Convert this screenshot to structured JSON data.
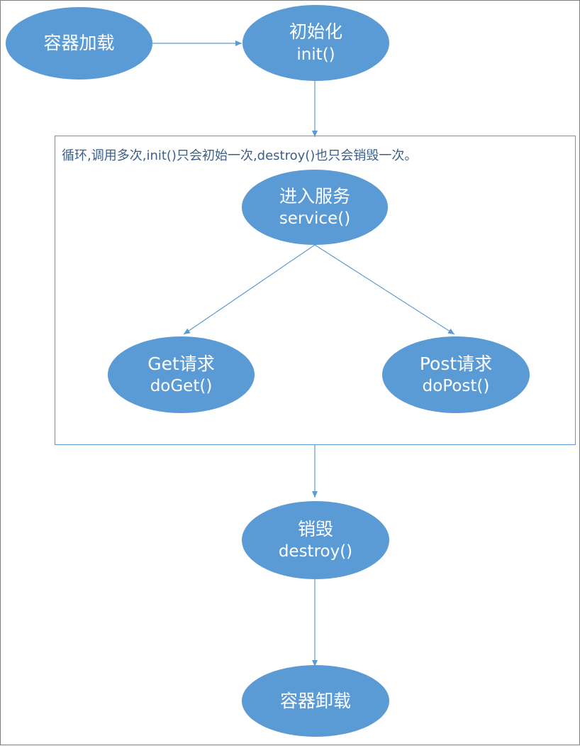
{
  "diagram": {
    "loop_note": "循环,调用多次,init()只会初始一次,destroy()也只会销毁一次。",
    "nodes": {
      "container_load": {
        "line1": "容器加载"
      },
      "init": {
        "line1": "初始化",
        "line2": "init()"
      },
      "service": {
        "line1": "进入服务",
        "line2": "service()"
      },
      "get": {
        "line1": "Get请求",
        "line2": "doGet()"
      },
      "post": {
        "line1": "Post请求",
        "line2": "doPost()"
      },
      "destroy": {
        "line1": "销毁",
        "line2": "destroy()"
      },
      "container_unload": {
        "line1": "容器卸载"
      }
    },
    "edges": [
      [
        "container_load",
        "init"
      ],
      [
        "init",
        "service"
      ],
      [
        "service",
        "get"
      ],
      [
        "service",
        "post"
      ],
      [
        "service",
        "destroy"
      ],
      [
        "destroy",
        "container_unload"
      ]
    ],
    "colors": {
      "node_fill": "#5b9bd5",
      "node_text": "#ffffff",
      "edge": "#5b9bd5",
      "loop_border": "#5b9bd5",
      "loop_text": "#3b5f8a"
    }
  }
}
